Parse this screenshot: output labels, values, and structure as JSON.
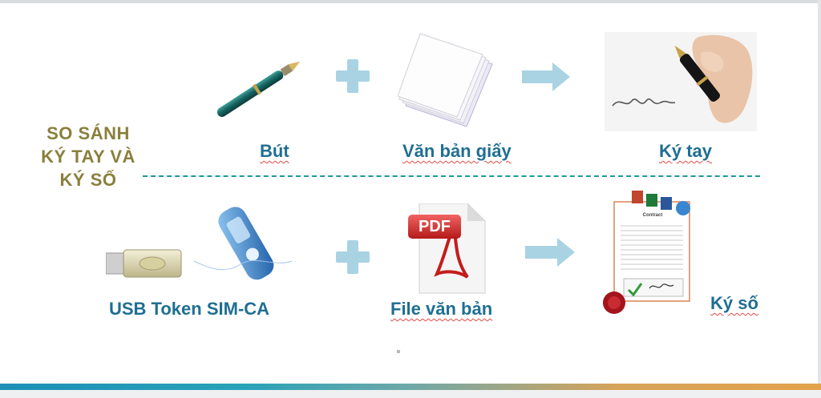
{
  "title_lines": [
    "SO SÁNH",
    "KÝ TAY VÀ",
    "KÝ SỐ"
  ],
  "row_top": {
    "items": [
      {
        "label": "Bút",
        "icon": "pen-icon"
      },
      {
        "label": "Văn bản giấy",
        "icon": "paper-stack-icon"
      },
      {
        "label": "Ký tay",
        "icon": "handwriting-signature-icon"
      }
    ]
  },
  "row_bottom": {
    "items": [
      {
        "label": "USB Token SIM-CA",
        "icon": "usb-token-icon"
      },
      {
        "label": "File văn bản",
        "icon": "pdf-file-icon"
      },
      {
        "label": "Ký số",
        "icon": "digital-contract-icon"
      }
    ],
    "pdf_badge": "PDF",
    "contract_title": "Contract"
  },
  "colors": {
    "title": "#8a7f3c",
    "label": "#1f6f92",
    "operator": "#a9d3e2",
    "divider": "#1e9a95"
  }
}
